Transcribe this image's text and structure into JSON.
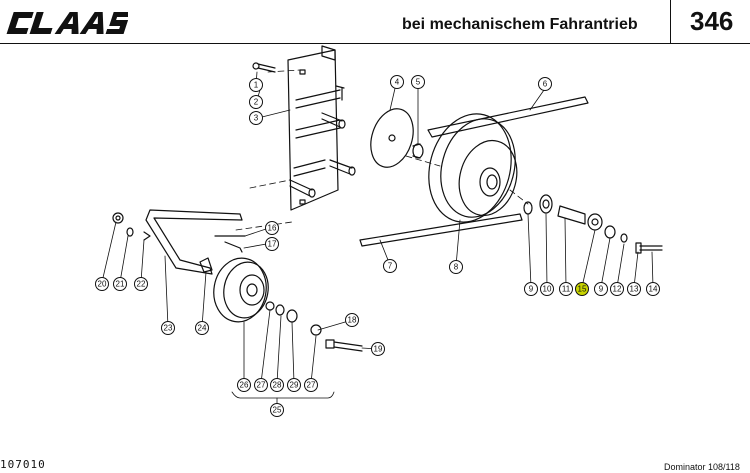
{
  "header": {
    "logo_text": "CLAAS",
    "title": "bei mechanischem Fahrantrieb",
    "page_number": "346"
  },
  "footer": {
    "left_code": "107010",
    "model": "Dominator 108/118"
  },
  "callouts": [
    "1",
    "2",
    "3",
    "4",
    "5",
    "6",
    "7",
    "8",
    "9",
    "10",
    "11",
    "15",
    "9",
    "12",
    "13",
    "14",
    "16",
    "17",
    "18",
    "19",
    "20",
    "21",
    "22",
    "23",
    "24",
    "26",
    "27",
    "28",
    "29",
    "27",
    "25"
  ],
  "highlight": {
    "callout": "15",
    "color": "#c8d400"
  }
}
